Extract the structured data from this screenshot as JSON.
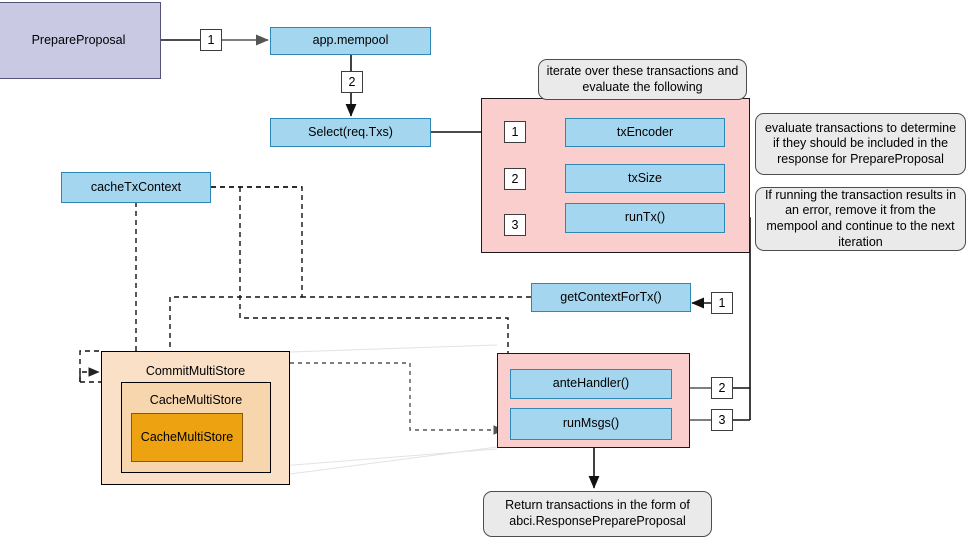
{
  "diagram": {
    "title": "PrepareProposal flow",
    "colors": {
      "purple": "#c9c9e3",
      "blue": "#a5d6ef",
      "pink": "#f9cecd",
      "peach": "#fae0c6",
      "orange": "#eda211",
      "callout": "#eaeaea"
    },
    "nodes": {
      "prepare_proposal": "PrepareProposal",
      "app_mempool": "app.mempool",
      "select_req_txs": "Select(req.Txs)",
      "tx_encoder": "txEncoder",
      "tx_size": "txSize",
      "run_tx": "runTx()",
      "cache_tx_context": "cacheTxContext",
      "get_context_for_tx": "getContextForTx()",
      "ante_handler": "anteHandler()",
      "run_msgs": "runMsgs()",
      "commit_multi_store": "CommitMultiStore",
      "cache_multi_store_outer": "CacheMultiStore",
      "cache_multi_store_inner": "CacheMultiStore"
    },
    "callouts": {
      "iterate": "iterate over these transactions and evaluate the following",
      "evaluate": "evaluate transactions to determine if they should be included in the response for PrepareProposal",
      "error": "If running the transaction results in an error, remove it from the mempool and continue to the next iteration",
      "return": "Return transactions in the form of abci.ResponsePrepareProposal"
    },
    "badges": {
      "prepare_to_mempool": "1",
      "mempool_to_select": "2",
      "step_tx_encoder": "1",
      "step_tx_size": "2",
      "step_run_tx": "3",
      "get_context": "1",
      "ante_handler": "2",
      "run_msgs": "3"
    }
  }
}
